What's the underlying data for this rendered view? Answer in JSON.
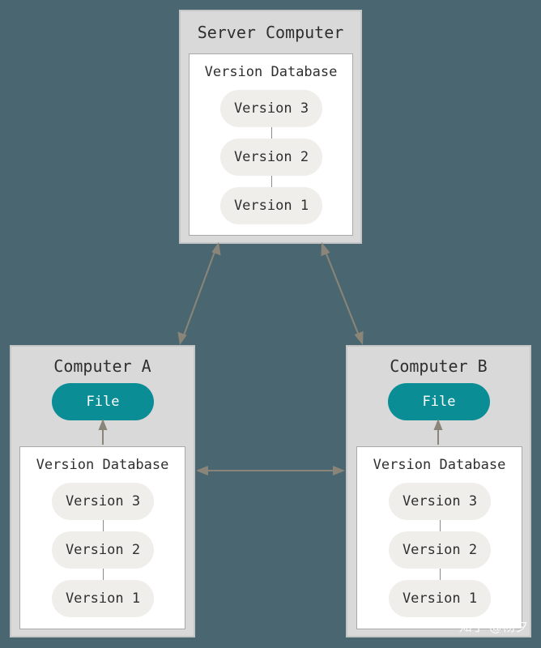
{
  "server": {
    "title": "Server Computer",
    "database": {
      "title": "Version Database",
      "versions": [
        "Version 3",
        "Version 2",
        "Version 1"
      ]
    }
  },
  "computer_a": {
    "title": "Computer A",
    "file": "File",
    "database": {
      "title": "Version Database",
      "versions": [
        "Version 3",
        "Version 2",
        "Version 1"
      ]
    }
  },
  "computer_b": {
    "title": "Computer B",
    "file": "File",
    "database": {
      "title": "Version Database",
      "versions": [
        "Version 3",
        "Version 2",
        "Version 1"
      ]
    }
  },
  "watermark": "知乎 @杨夕",
  "colors": {
    "background": "#4a6771",
    "computer_box": "#d9d9d9",
    "database_box": "#ffffff",
    "version_pill": "#efeeea",
    "file_pill": "#0b8d95",
    "arrow": "#8a8578"
  }
}
